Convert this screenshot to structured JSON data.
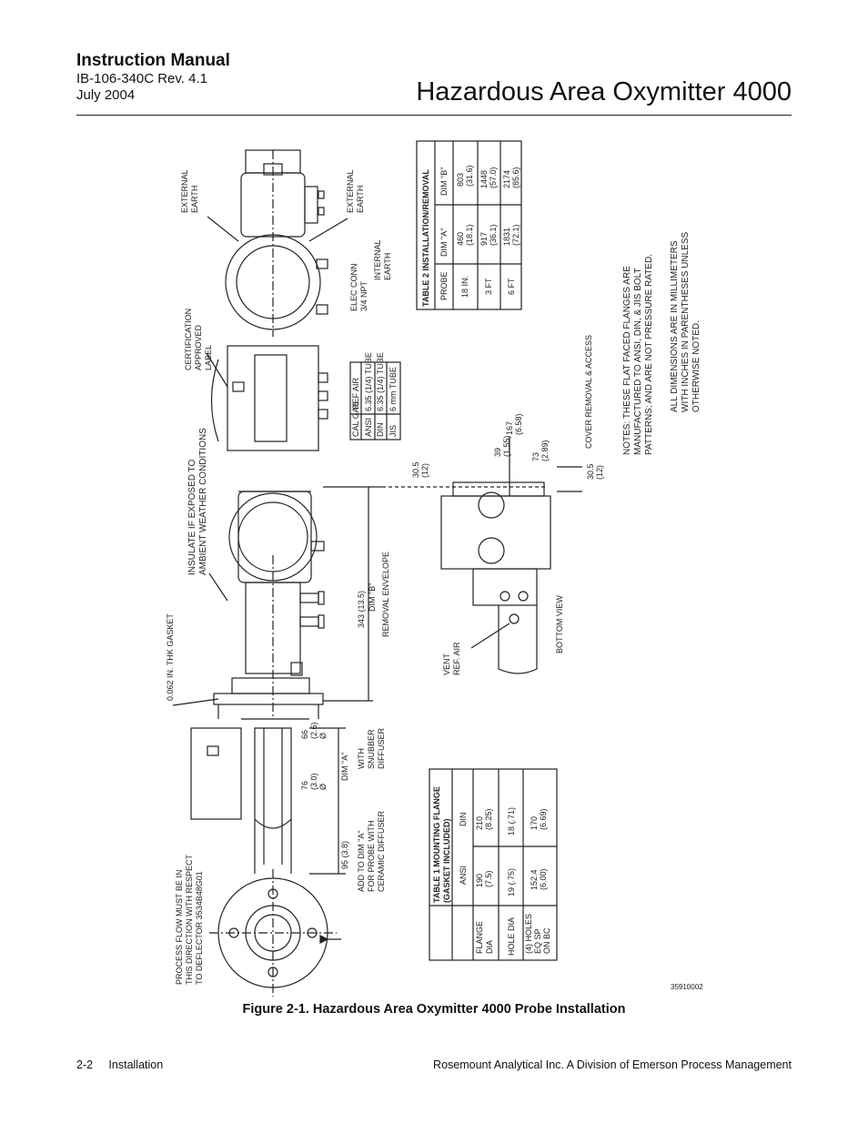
{
  "header": {
    "manual_title": "Instruction Manual",
    "doc_number": "IB-106-340C Rev. 4.1",
    "date": "July 2004",
    "product_title": "Hazardous Area Oxymitter 4000"
  },
  "figure": {
    "caption": "Figure 2-1.  Hazardous Area Oxymitter 4000 Probe Installation",
    "drawing_number": "35910002",
    "labels": {
      "external_earth_top": [
        "EXTERNAL",
        "EARTH"
      ],
      "external_earth_right": [
        "EXTERNAL",
        "EARTH"
      ],
      "internal_earth": [
        "INTERNAL",
        "EARTH"
      ],
      "elec_conn": [
        "ELEC CONN",
        "3/4 NPT"
      ],
      "certification": [
        "CERTIFICATION",
        "APPROVED",
        "LABEL"
      ],
      "insulate": [
        "INSULATE IF EXPOSED TO",
        "AMBIENT WEATHER CONDITIONS"
      ],
      "gasket": "0.062 IN. THK GASKET",
      "process_flow": [
        "PROCESS FLOW MUST BE IN",
        "THIS DIRECTION WITH RESPECT",
        "TO DEFLECTOR 3534B48G01"
      ],
      "add_to_dim_a": [
        "ADD TO DIM \"A\"",
        "FOR PROBE WITH",
        "CERAMIC DIFFUSER"
      ],
      "dim_95": "95 (3.8)",
      "dim_a": "DIM \"A\"",
      "with_snubber": [
        "WITH",
        "SNUBBER",
        "DIFFUSER"
      ],
      "dia_76": [
        "76",
        "(3.0)",
        "Ø"
      ],
      "dia_66": [
        "66",
        "(2.6)",
        "Ø"
      ],
      "dim_343": "343 (13.5)",
      "dim_b": "DIM \"B\"",
      "removal_envelope": "REMOVAL ENVELOPE",
      "vent_ref_air": [
        "VENT",
        "REF. AIR"
      ],
      "bottom_view": "BOTTOM VIEW",
      "cover_removal": "COVER REMOVAL & ACCESS",
      "dim_305_a": [
        "30.5",
        "(12)"
      ],
      "dim_305_b": [
        "30.5",
        "(12)"
      ],
      "dim_39": [
        "39",
        "(1.55)"
      ],
      "dim_73": [
        "73",
        "(2.89)"
      ],
      "dim_167": [
        "167",
        "(6.58)"
      ],
      "cal_label": [
        "CAL",
        "GAS"
      ],
      "ref_label": [
        "REF",
        "AIR"
      ],
      "notes_1": [
        "NOTES:  THESE FLAT FACED FLANGES ARE",
        "MANUFACTURED TO ANSI, DIN, & JIS BOLT",
        "PATTERNS; AND ARE NOT PRESSURE RATED."
      ],
      "notes_2": [
        "ALL DIMENSIONS ARE IN MILLIMETERS",
        "WITH INCHES IN PARENTHESES UNLESS",
        "OTHERWISE NOTED."
      ]
    },
    "gas_table": {
      "headers": [
        "CAL GAS",
        "REF AIR"
      ],
      "rows": [
        [
          "ANSI",
          "6.35 (1/4) TUBE"
        ],
        [
          "DIN",
          "6.35 (1/4) TUBE"
        ],
        [
          "JIS",
          "6 mm TUBE"
        ]
      ]
    },
    "table1": {
      "title": [
        "TABLE 1  MOUNTING FLANGE",
        "(GASKET INCLUDED)"
      ],
      "columns": [
        "ANSI",
        "DIN"
      ],
      "rows": [
        {
          "label": [
            "FLANGE",
            "DIA"
          ],
          "ansi": [
            "190",
            "(7.5)"
          ],
          "din": [
            "210",
            "(8.25)"
          ]
        },
        {
          "label": [
            "HOLE DIA"
          ],
          "ansi": [
            "19 (.75)"
          ],
          "din": [
            "18 (.71)"
          ]
        },
        {
          "label": [
            "(4) HOLES",
            "EQ SP",
            "ON BC"
          ],
          "ansi": [
            "152.4",
            "(6.00)"
          ],
          "din": [
            "170",
            "(6.69)"
          ]
        }
      ]
    },
    "table2": {
      "title": "TABLE 2  INSTALLATION/REMOVAL",
      "columns": [
        "PROBE",
        "DIM \"A\"",
        "DIM \"B\""
      ],
      "rows": [
        {
          "probe": "18 IN.",
          "dim_a": [
            "460",
            "(18.1)"
          ],
          "dim_b": [
            "803",
            "(31.6)"
          ]
        },
        {
          "probe": "3 FT",
          "dim_a": [
            "917",
            "(36.1)"
          ],
          "dim_b": [
            "1448",
            "(57.0)"
          ]
        },
        {
          "probe": "6 FT",
          "dim_a": [
            "1831",
            "(72.1)"
          ],
          "dim_b": [
            "2174",
            "(85.6)"
          ]
        }
      ]
    }
  },
  "footer": {
    "left": "2-2     Installation",
    "right": "Rosemount Analytical Inc.  A Division of Emerson Process Management"
  }
}
